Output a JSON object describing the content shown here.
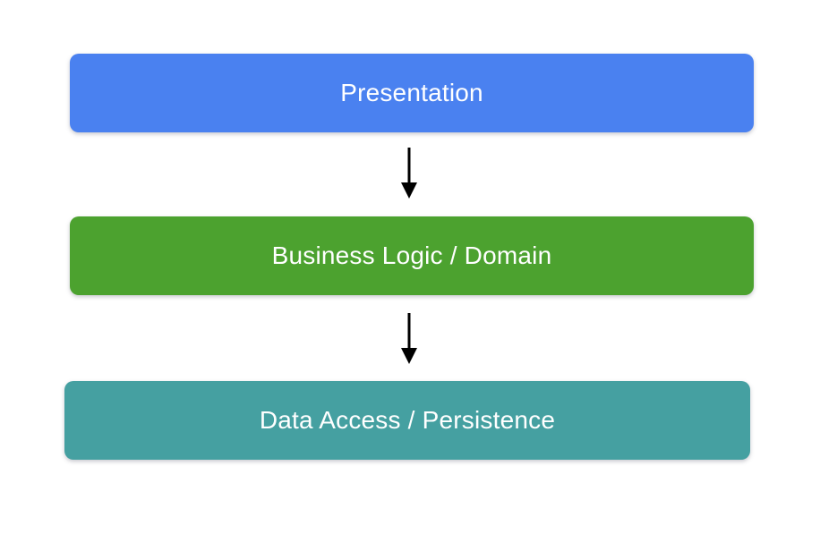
{
  "diagram": {
    "background": "#ffffff",
    "layers": [
      {
        "id": "presentation",
        "label": "Presentation",
        "color": "#4a81f0",
        "text_color": "#ffffff"
      },
      {
        "id": "business-logic",
        "label": "Business Logic / Domain",
        "color": "#4ca22f",
        "text_color": "#ffffff"
      },
      {
        "id": "data-access",
        "label": "Data Access / Persistence",
        "color": "#45a0a1",
        "text_color": "#ffffff"
      }
    ],
    "arrows": [
      {
        "from": "presentation",
        "to": "business-logic",
        "direction": "down",
        "color": "#000000"
      },
      {
        "from": "business-logic",
        "to": "data-access",
        "direction": "down",
        "color": "#000000"
      }
    ]
  }
}
